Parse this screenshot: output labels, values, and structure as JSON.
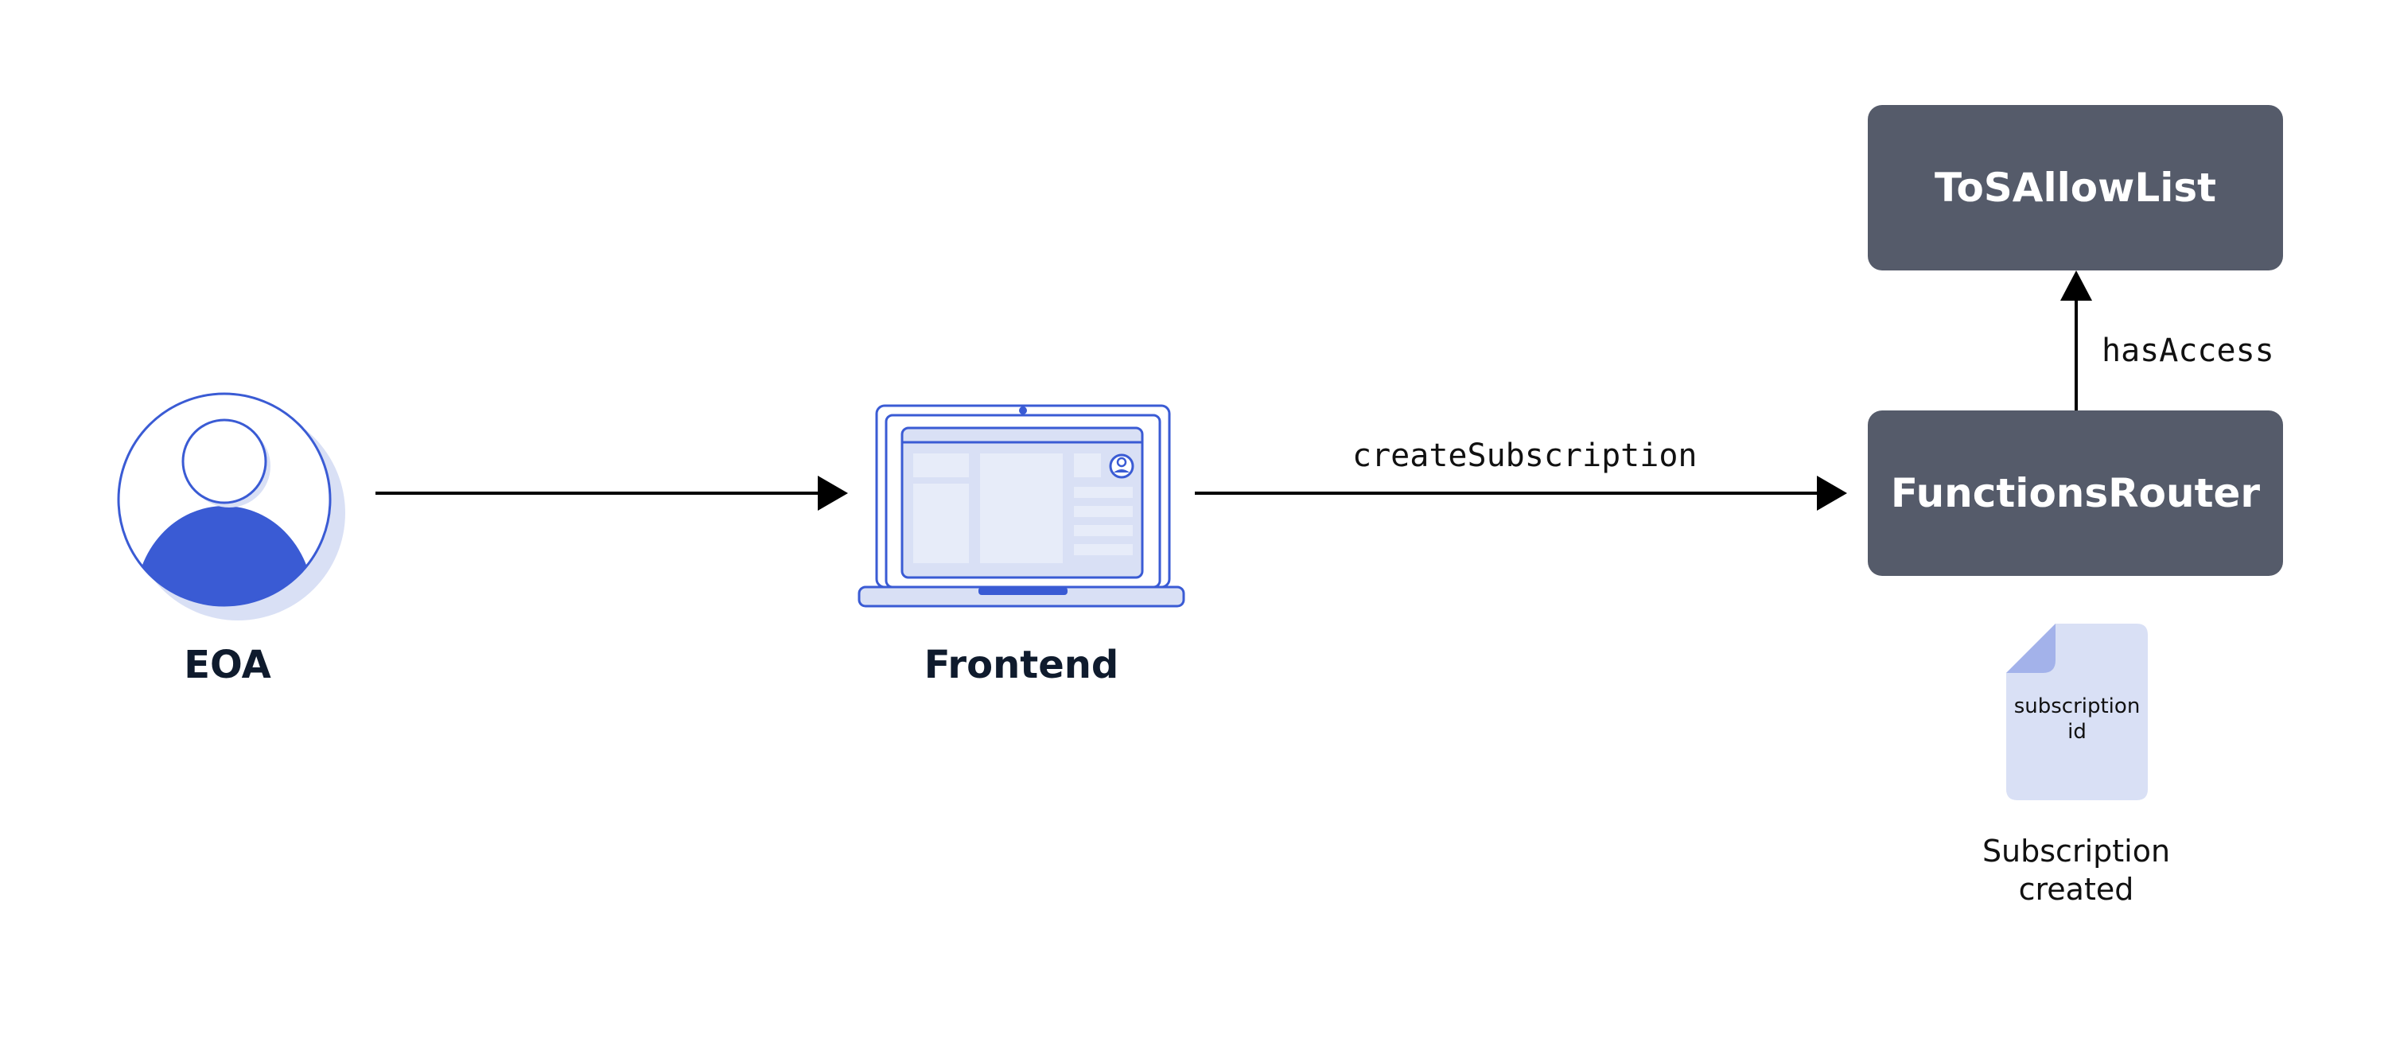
{
  "nodes": {
    "eoa": {
      "label": "EOA",
      "icon": "user-avatar-icon"
    },
    "frontend": {
      "label": "Frontend",
      "icon": "laptop-icon"
    },
    "functions_router": {
      "label": "FunctionsRouter"
    },
    "tos_allow_list": {
      "label": "ToSAllowList"
    },
    "subscription_doc": {
      "line1": "subscription",
      "line2": "id",
      "icon": "document-icon"
    }
  },
  "edges": {
    "eoa_to_frontend": {
      "label": ""
    },
    "frontend_to_router": {
      "label": "createSubscription"
    },
    "router_to_allowlist": {
      "label": "hasAccess"
    }
  },
  "caption": {
    "line1": "Subscription",
    "line2": "created"
  },
  "colors": {
    "accent": "#3a5bd4",
    "accent_light": "#d9e0f5",
    "box": "#555b6a",
    "text": "#0f1b2d",
    "arrow": "#000000"
  }
}
